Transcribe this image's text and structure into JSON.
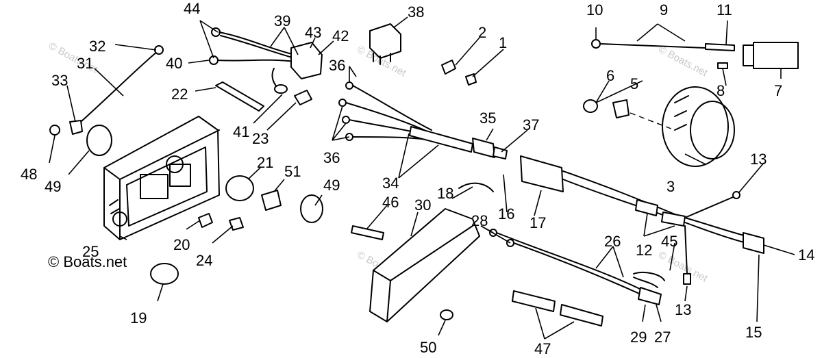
{
  "watermark": {
    "text": "© Boats.net",
    "short": "Boats.net",
    "prominent": "© Boats.net"
  },
  "part_numbers": {
    "p1": "1",
    "p2": "2",
    "p3": "3",
    "p5": "5",
    "p6": "6",
    "p7": "7",
    "p8": "8",
    "p9": "9",
    "p10": "10",
    "p11": "11",
    "p12": "12",
    "p13a": "13",
    "p13b": "13",
    "p14": "14",
    "p15": "15",
    "p16": "16",
    "p17": "17",
    "p18": "18",
    "p19": "19",
    "p20": "20",
    "p21": "21",
    "p22": "22",
    "p23": "23",
    "p24": "24",
    "p25": "25",
    "p26": "26",
    "p27": "27",
    "p28": "28",
    "p29": "29",
    "p30": "30",
    "p31": "31",
    "p32": "32",
    "p33": "33",
    "p34": "34",
    "p35": "35",
    "p36a": "36",
    "p36b": "36",
    "p37": "37",
    "p38": "38",
    "p39": "39",
    "p40": "40",
    "p41": "41",
    "p42": "42",
    "p43": "43",
    "p44": "44",
    "p45": "45",
    "p46": "46",
    "p47": "47",
    "p48": "48",
    "p49a": "49",
    "p49b": "49",
    "p50": "50",
    "p51": "51"
  }
}
